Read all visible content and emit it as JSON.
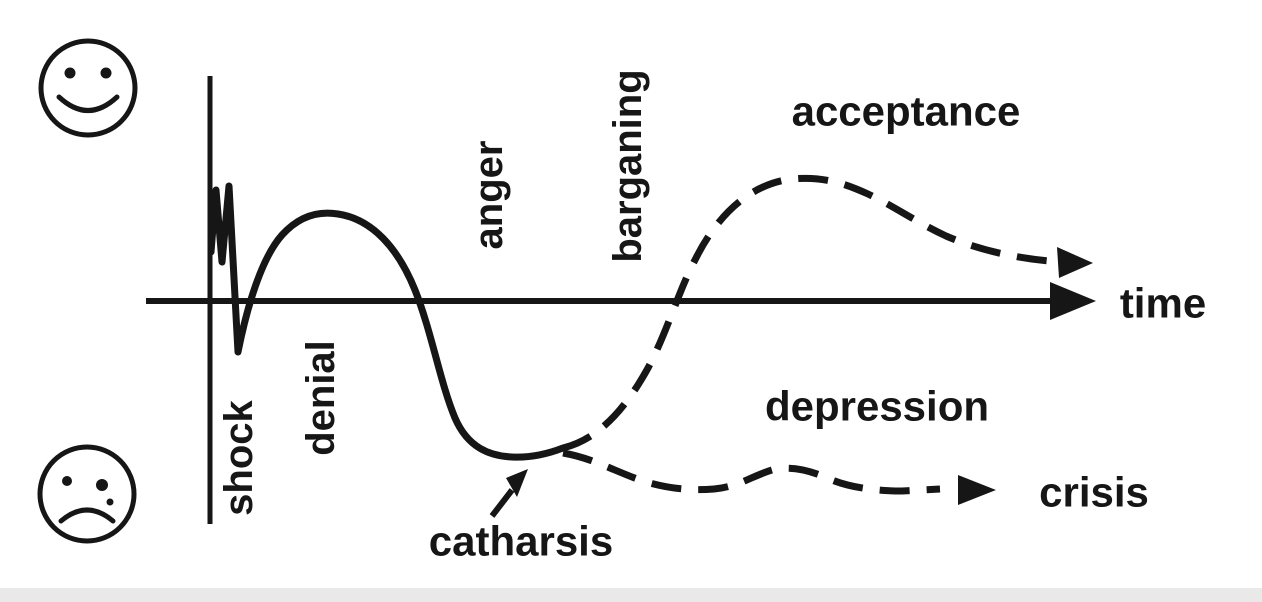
{
  "diagram": {
    "description": "Grief / crisis stages curve over time",
    "colors": {
      "line": "#161616",
      "background": "#ffffff",
      "footer_strip": "#e9e9e9"
    },
    "axis": {
      "time_label": "time"
    },
    "stages": {
      "shock": "shock",
      "denial": "denial",
      "anger": "anger",
      "bargaining": "barganing",
      "acceptance": "acceptance",
      "depression": "depression",
      "catharsis": "catharsis",
      "crisis": "crisis"
    },
    "icons": {
      "happy_face": "happy-face-icon",
      "sad_face": "sad-face-icon"
    }
  }
}
